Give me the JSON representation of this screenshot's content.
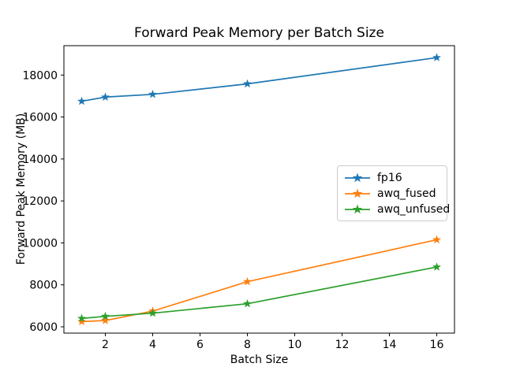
{
  "chart_data": {
    "type": "line",
    "title": "Forward Peak Memory per Batch Size",
    "xlabel": "Batch Size",
    "ylabel": "Forward Peak Memory (MB)",
    "x": [
      1,
      2,
      4,
      8,
      16
    ],
    "series": [
      {
        "name": "fp16",
        "color": "#1f77b4",
        "values": [
          16750,
          16950,
          17080,
          17580,
          18830
        ]
      },
      {
        "name": "awq_fused",
        "color": "#ff7f0e",
        "values": [
          6250,
          6300,
          6750,
          8150,
          10150
        ]
      },
      {
        "name": "awq_unfused",
        "color": "#2ca02c",
        "values": [
          6400,
          6500,
          6650,
          7100,
          8850
        ]
      }
    ],
    "marker": "star",
    "xlim": [
      0.25,
      16.75
    ],
    "ylim": [
      5700,
      19400
    ],
    "x_ticks": [
      2,
      4,
      6,
      8,
      10,
      12,
      14,
      16
    ],
    "y_ticks": [
      6000,
      8000,
      10000,
      12000,
      14000,
      16000,
      18000
    ],
    "grid": false,
    "legend_position": "center right",
    "background_color": "#ffffff",
    "spine_color": "#000000"
  }
}
